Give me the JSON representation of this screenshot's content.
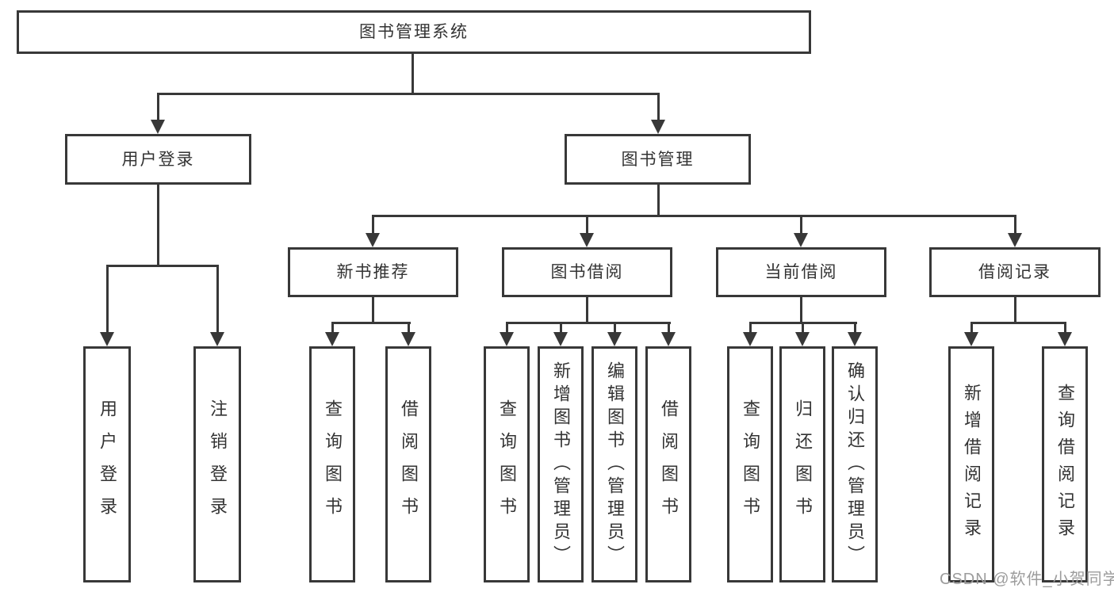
{
  "colors": {
    "line": "#383838",
    "text": "#333333",
    "box_background": "#ffffff",
    "page_background": "#ffffff",
    "watermark": "#9c9c9c"
  },
  "watermark": {
    "text": "CSDN @软件_小贺同学"
  },
  "tree": {
    "label": "图书管理系统",
    "children": [
      {
        "label": "用户登录",
        "children": [
          {
            "label": "用户登录"
          },
          {
            "label": "注销登录"
          }
        ]
      },
      {
        "label": "图书管理",
        "children": [
          {
            "label": "新书推荐",
            "children": [
              {
                "label": "查询图书"
              },
              {
                "label": "借阅图书"
              }
            ]
          },
          {
            "label": "图书借阅",
            "children": [
              {
                "label": "查询图书"
              },
              {
                "label": "新增图书（管理员）"
              },
              {
                "label": "编辑图书（管理员）"
              },
              {
                "label": "借阅图书"
              }
            ]
          },
          {
            "label": "当前借阅",
            "children": [
              {
                "label": "查询图书"
              },
              {
                "label": "归还图书"
              },
              {
                "label": "确认归还（管理员）"
              }
            ]
          },
          {
            "label": "借阅记录",
            "children": [
              {
                "label": "新增借阅记录"
              },
              {
                "label": "查询借阅记录"
              }
            ]
          }
        ]
      }
    ]
  }
}
